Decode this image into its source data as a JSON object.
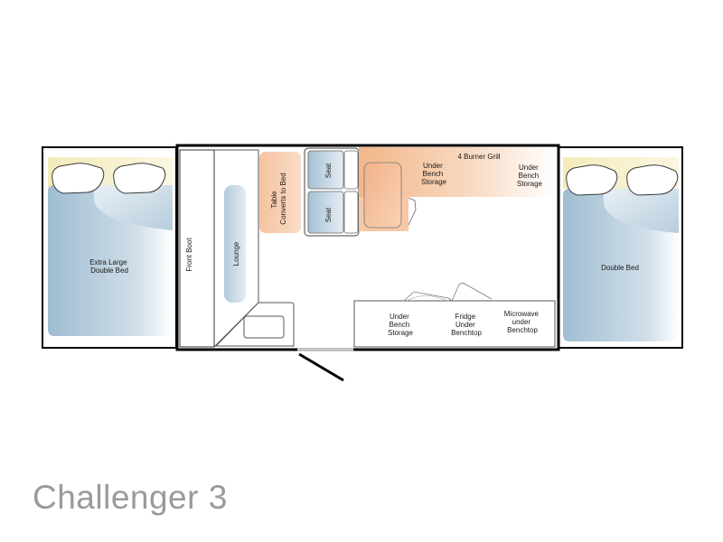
{
  "title": "Challenger 3",
  "labels": {
    "left_bed": [
      "Extra Large",
      "Double Bed"
    ],
    "front_boot": "Front Boot",
    "lounge": "Lounge",
    "table": [
      "Table",
      "Converts to Bed"
    ],
    "seat_top": "Seat",
    "seat_bottom": "Seat",
    "grill": "4 Burner Grill",
    "under_bench_1": [
      "Under",
      "Bench",
      "Storage"
    ],
    "under_bench_2": [
      "Under",
      "Bench",
      "Storage"
    ],
    "under_bench_3": [
      "Under",
      "Bench",
      "Storage"
    ],
    "fridge": [
      "Fridge",
      "Under",
      "Benchtop"
    ],
    "microwave": [
      "Microwave",
      "under",
      "Benchtop"
    ],
    "right_bed": "Double Bed"
  },
  "colors": {
    "bed_blue": "#a9c4d6",
    "pillow_cream": "#f6efc4",
    "orange": "#f4b98f",
    "outline": "#000000",
    "title_grey": "#9a9a9a"
  }
}
